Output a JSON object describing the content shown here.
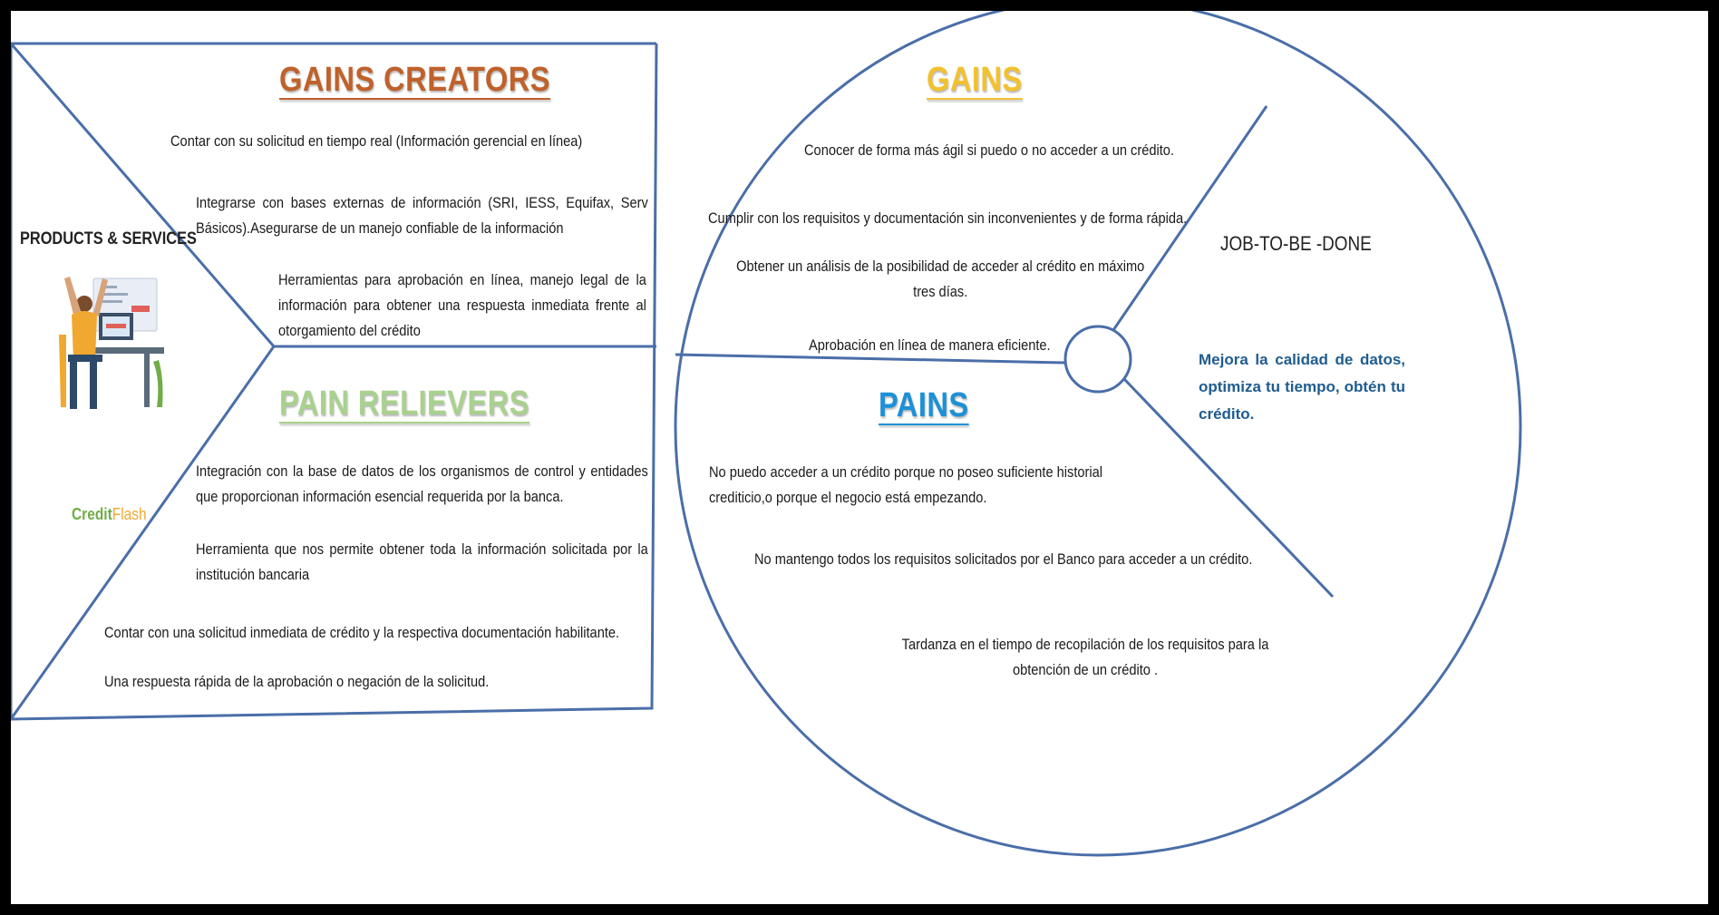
{
  "colors": {
    "frame": "#4a6ea8",
    "gains_creators": "#c0612b",
    "pain_relievers": "#a9d18e",
    "gains": "#f2c12e",
    "pains": "#1e90d6",
    "tagline": "#1f5c8f",
    "brand_credit": "#70ad47",
    "brand_flash": "#f0a830"
  },
  "products_services": {
    "label": "PRODUCTS & SERVICES",
    "brand": {
      "credit": "Credit",
      "flash": "Flash"
    },
    "illustration_icon": "person-at-desk-illustration"
  },
  "gains_creators": {
    "title": "GAINS CREATORS",
    "items": [
      "Contar con su solicitud en tiempo real (Información gerencial en línea)",
      "Integrarse con bases externas de información (SRI, IESS, Equifax, Serv Básicos).Asegurarse de un manejo confiable de la información",
      "Herramientas para aprobación en línea, manejo legal de la información para obtener una respuesta inmediata frente al otorgamiento del crédito"
    ]
  },
  "pain_relievers": {
    "title": "PAIN RELIEVERS",
    "items": [
      "Integración con la base de datos de los organismos de control y entidades que proporcionan información esencial requerida por la banca.",
      "Herramienta que nos permite obtener toda la información solicitada por la institución bancaria",
      "Contar con una solicitud inmediata de crédito y la respectiva documentación habilitante.",
      "Una respuesta rápida de la aprobación o negación de la solicitud."
    ]
  },
  "gains": {
    "title": "GAINS",
    "items": [
      "Conocer de forma más ágil si puedo o no acceder a un crédito.",
      "Cumplir con los requisitos y documentación sin inconvenientes y de forma rápida.",
      "Obtener un análisis de la posibilidad de acceder al crédito en máximo tres días.",
      "Aprobación en línea de manera eficiente."
    ]
  },
  "pains": {
    "title": "PAINS",
    "items": [
      "No puedo acceder a un crédito porque no poseo suficiente historial crediticio,o porque el negocio está empezando.",
      "No mantengo todos los requisitos solicitados por el Banco para acceder a un crédito.",
      "Tardanza en el tiempo de recopilación de los requisitos para la obtención de un crédito ."
    ]
  },
  "job_to_be_done": {
    "label": "JOB-TO-BE -DONE",
    "tagline": "Mejora la calidad de datos, optimiza tu tiempo, obtén tu crédito."
  }
}
